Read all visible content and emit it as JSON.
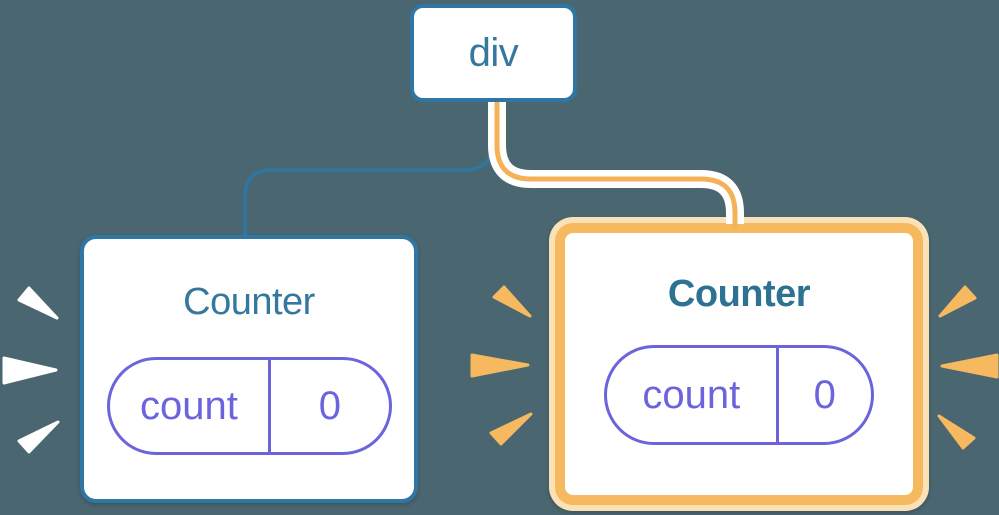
{
  "diagram_title": "React component tree: div parent with two Counter children, right Counter highlighted as re-created with fresh state",
  "colors": {
    "background": "#4a6671",
    "blue": "#2f76a3",
    "blue_text": "#35789e",
    "blue_text_bold": "#2d7193",
    "purple": "#6b64dd",
    "orange": "#f7b95f",
    "orange_core": "#f5b157",
    "cream": "#fbe1b6",
    "white": "#ffffff"
  },
  "tree": {
    "root": {
      "label": "div"
    },
    "children": [
      {
        "title": "Counter",
        "state_key": "count",
        "state_value": "0",
        "highlighted": false,
        "connector_color": "blue",
        "burst_icon": "burst-rays-white"
      },
      {
        "title": "Counter",
        "state_key": "count",
        "state_value": "0",
        "highlighted": true,
        "connector_color": "orange-on-white",
        "burst_icon": "burst-rays-orange"
      }
    ]
  }
}
